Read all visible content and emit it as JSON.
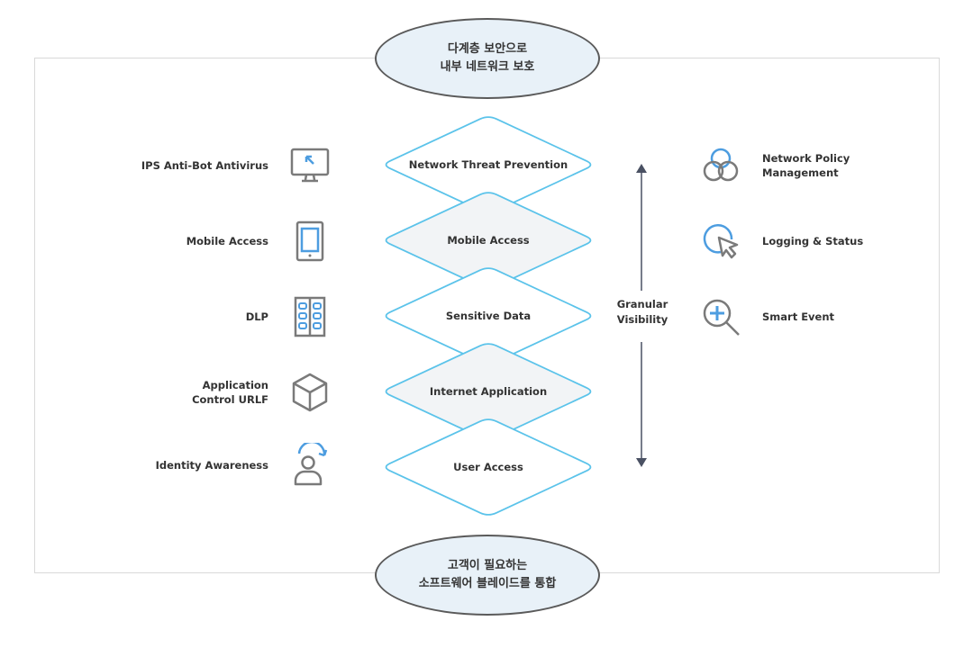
{
  "top_ellipse": {
    "text": "다계층 보안으로\n내부 네트워크 보호"
  },
  "bottom_ellipse": {
    "text": "고객이 필요하는\n소프트웨어 블레이드를 통합"
  },
  "layers": [
    {
      "label": "Network Threat Prevention",
      "fill": "#ffffff"
    },
    {
      "label": "Mobile Access",
      "fill": "#f2f4f6"
    },
    {
      "label": "Sensitive Data",
      "fill": "#ffffff"
    },
    {
      "label": "Internet Application",
      "fill": "#f2f4f6"
    },
    {
      "label": "User Access",
      "fill": "#ffffff"
    }
  ],
  "left_items": [
    {
      "label": "IPS Anti-Bot Antivirus",
      "icon": "monitor-icon"
    },
    {
      "label": "Mobile Access",
      "icon": "tablet-icon"
    },
    {
      "label": "DLP",
      "icon": "server-rack-icon"
    },
    {
      "label": "Application\nControl URLF",
      "icon": "cube-icon"
    },
    {
      "label": "Identity Awareness",
      "icon": "user-refresh-icon"
    }
  ],
  "right_items": [
    {
      "label": "Network Policy\nManagement",
      "icon": "venn-circles-icon"
    },
    {
      "label": "Logging & Status",
      "icon": "cursor-circle-icon"
    },
    {
      "label": "Smart Event",
      "icon": "magnifier-plus-icon"
    }
  ],
  "granular": {
    "text": "Granular\nVisibility"
  },
  "colors": {
    "diamond_stroke": "#5bc3ea",
    "icon_gray": "#7a7a7a",
    "icon_blue": "#4d9de0",
    "arrow": "#4a5163"
  }
}
